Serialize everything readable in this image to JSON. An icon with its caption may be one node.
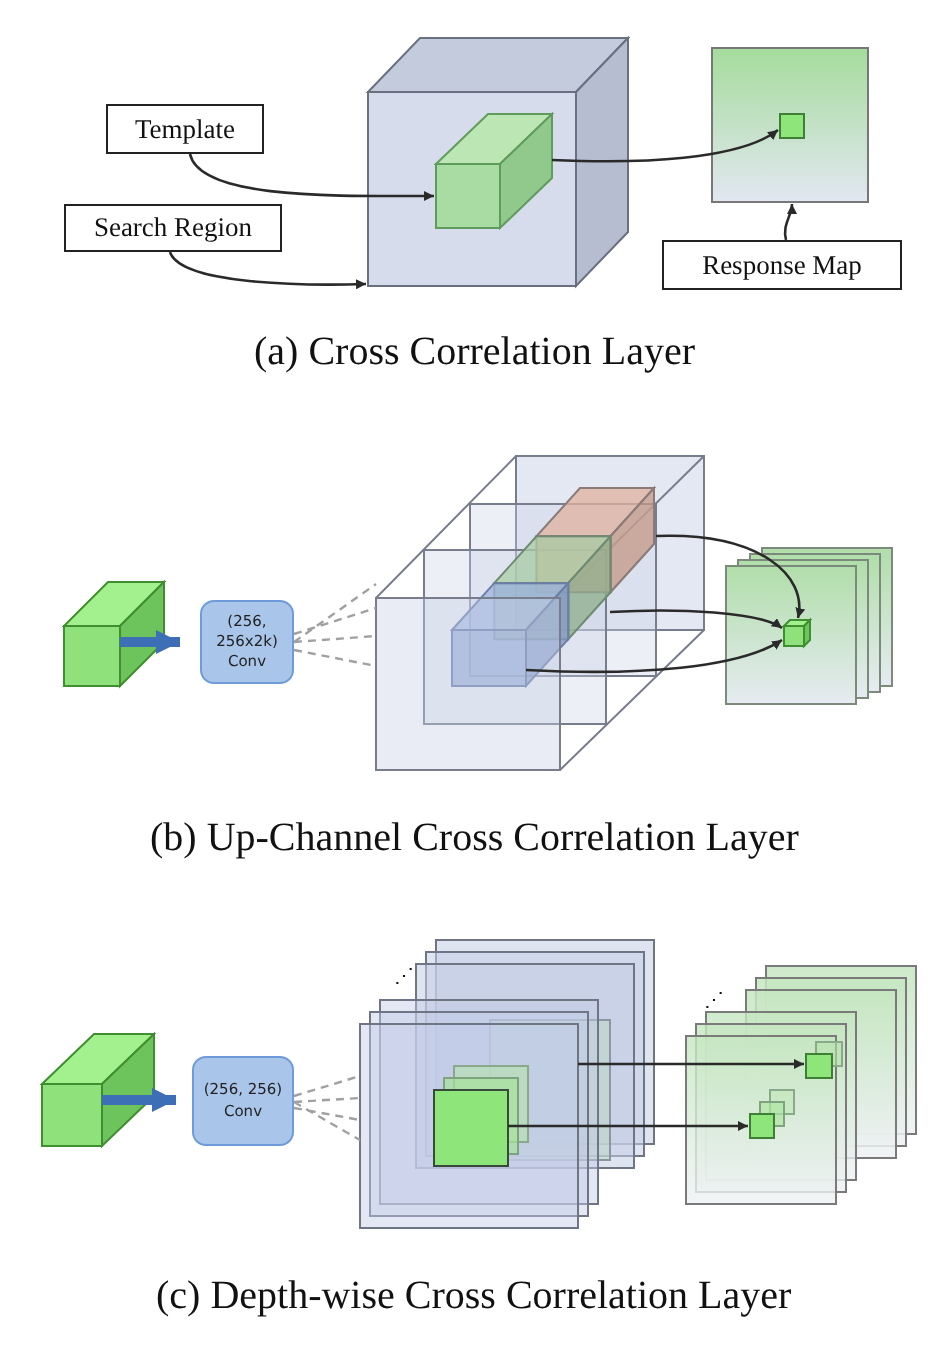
{
  "diagram": {
    "nodes": [
      {
        "text": [
          "Template"
        ]
      },
      {
        "text": [
          "Search Region"
        ]
      },
      {
        "text": [
          "Response Map"
        ]
      },
      {
        "text": [],
        "shape": "cube"
      },
      {
        "text": [],
        "shape": "box",
        "in": 3
      },
      {
        "text": [],
        "shape": "box"
      },
      {
        "text": [],
        "shape": "box",
        "in": 5
      },
      {
        "text": [],
        "shape": "box"
      },
      {
        "text": [
          "(256, 256x2k) Conv"
        ]
      },
      {
        "text": [],
        "shape": "box"
      },
      {
        "text": [],
        "shape": "box",
        "in": 9
      },
      {
        "text": [],
        "shape": "box",
        "in": 9
      },
      {
        "text": [],
        "shape": "box",
        "in": 9
      },
      {
        "text": [],
        "shape": "box"
      },
      {
        "text": [],
        "shape": "box",
        "in": 13
      },
      {
        "text": [],
        "shape": "box"
      },
      {
        "text": [
          "(256, 256) Conv"
        ]
      },
      {
        "text": [],
        "shape": "box"
      },
      {
        "text": [],
        "shape": "box",
        "in": 17
      },
      {
        "text": [],
        "shape": "box"
      },
      {
        "text": [],
        "shape": "box",
        "in": 19
      },
      {
        "text": [],
        "shape": "box",
        "in": 19
      }
    ],
    "edges": [
      {
        "from": 0,
        "to": 4,
        "arrow": "to"
      },
      {
        "from": 1,
        "to": 3,
        "arrow": "to"
      },
      {
        "from": 4,
        "to": 6,
        "arrow": "to"
      },
      {
        "from": 2,
        "to": 5,
        "arrow": "to"
      },
      {
        "from": 7,
        "to": 8,
        "arrow": "to",
        "style": "thick",
        "color": "#3d6fb6"
      },
      {
        "from": 8,
        "to": 9,
        "arrow": "none",
        "style": "dashed",
        "color": "#a0a0a0"
      },
      {
        "from": 10,
        "to": 14,
        "arrow": "to"
      },
      {
        "from": 11,
        "to": 14,
        "arrow": "to"
      },
      {
        "from": 12,
        "to": 14,
        "arrow": "to"
      },
      {
        "from": 15,
        "to": 16,
        "arrow": "to",
        "style": "thick",
        "color": "#3d6fb6"
      },
      {
        "from": 16,
        "to": 17,
        "arrow": "none",
        "style": "dashed",
        "color": "#a0a0a0"
      },
      {
        "from": 17,
        "to": 20,
        "arrow": "to"
      },
      {
        "from": 18,
        "to": 21,
        "arrow": "to"
      }
    ],
    "labels": [
      "(a) Cross Correlation Layer",
      "(b) Up-Channel Cross Correlation Layer",
      "⋰",
      "⋰",
      "(c) Depth-wise Cross Correlation Layer"
    ]
  }
}
